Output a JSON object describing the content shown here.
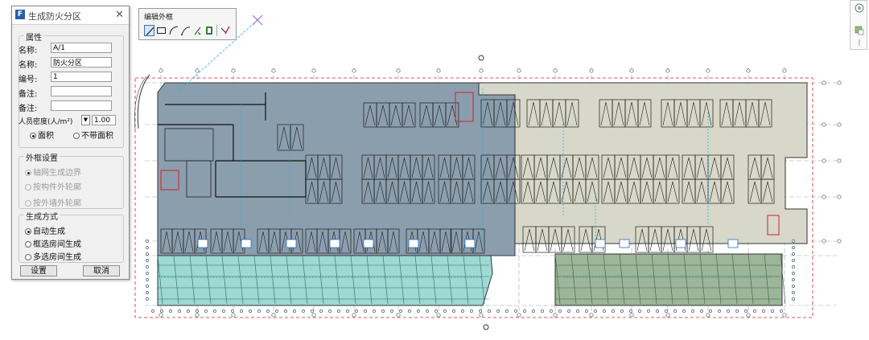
{
  "dialog": {
    "title": "生成防火分区",
    "close_glyph": "✕",
    "properties_group": "属性",
    "fields": [
      {
        "label": "名称:",
        "value": "A/1"
      },
      {
        "label": "名称:",
        "value": "防火分区"
      },
      {
        "label": "编号:",
        "value": "1"
      },
      {
        "label": "备注:",
        "value": ""
      },
      {
        "label": "备注:",
        "value": ""
      }
    ],
    "people_label": "人员密度(人/m²)",
    "people_value": "1.00",
    "mode_options": [
      "面积",
      "不带面积"
    ],
    "mode_selected": 0,
    "outer_group": "外框设置",
    "outer_options": [
      "轴网生成边界",
      "按构件外轮廓",
      "按外墙外轮廓"
    ],
    "generate_group": "生成方式",
    "generate_options": [
      "自动生成",
      "框选房间生成",
      "多选房间生成"
    ],
    "generate_selected": 0,
    "ok_label": "设置",
    "cancel_label": "取消"
  },
  "toolbar": {
    "title": "编辑外框",
    "tools": [
      "line-icon",
      "rectangle-icon",
      "arc-icon",
      "arc-3pt-icon",
      "pick-line-icon",
      "pick-wall-icon",
      "trim-icon"
    ],
    "active_tool": 0
  },
  "navbar": {
    "tools": [
      "navigation-wheel-icon",
      "zoom-icon"
    ]
  },
  "colors": {
    "zone_blue": "#8b9eae",
    "zone_beige": "#d7d8c9",
    "zone_teal": "#9ed9d2",
    "zone_olive": "#9db59a",
    "grid_line": "#7a8a9a",
    "accent_cyan": "#12b7d4",
    "red_line": "#d42020"
  }
}
